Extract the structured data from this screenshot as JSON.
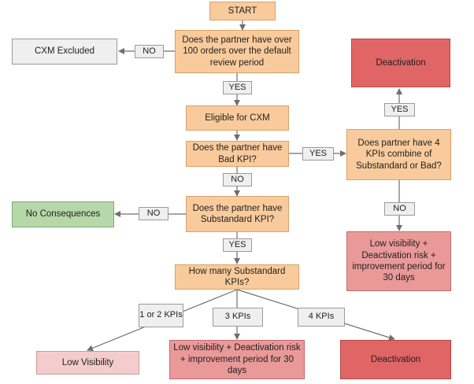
{
  "nodes": {
    "start": "START",
    "orders_question": "Does the partner have over 100 orders over the default review period",
    "cxm_excluded": "CXM Excluded",
    "eligible": "Eligible for CXM",
    "bad_kpi_question": "Does the partner have Bad KPI?",
    "substandard_question": "Does the partner have Substandard KPI?",
    "no_consequences": "No Consequences",
    "how_many_question": "How many Substandard KPIs?",
    "low_visibility": "Low Visibility",
    "low_vis_deact_bottom": "Low visibility + Deactivation risk + improvement period for 30 days",
    "deactivation_bottom": "Deactivation",
    "four_kpis_question": "Does partner have 4 KPIs combine of Substandard or Bad?",
    "deactivation_top": "Deactivation",
    "low_vis_deact_right": "Low visibility + Deactivation risk + improvement period for 30 days"
  },
  "edge_labels": {
    "no_excluded": "NO",
    "yes_eligible": "YES",
    "yes_bad_kpi": "YES",
    "no_bad_kpi": "NO",
    "no_substandard": "NO",
    "yes_substandard": "YES",
    "one_or_two": "1 or 2 KPIs",
    "three": "3 KPIs",
    "four": "4 KPIs",
    "yes_four": "YES",
    "no_four": "NO"
  },
  "colors": {
    "decision": "#f9cb9c",
    "neutral": "#efefef",
    "positive": "#b6d7a8",
    "severe": "#e06666",
    "warning": "#ea9999",
    "mild": "#f4cccc",
    "connector": "#6f6f6f"
  }
}
